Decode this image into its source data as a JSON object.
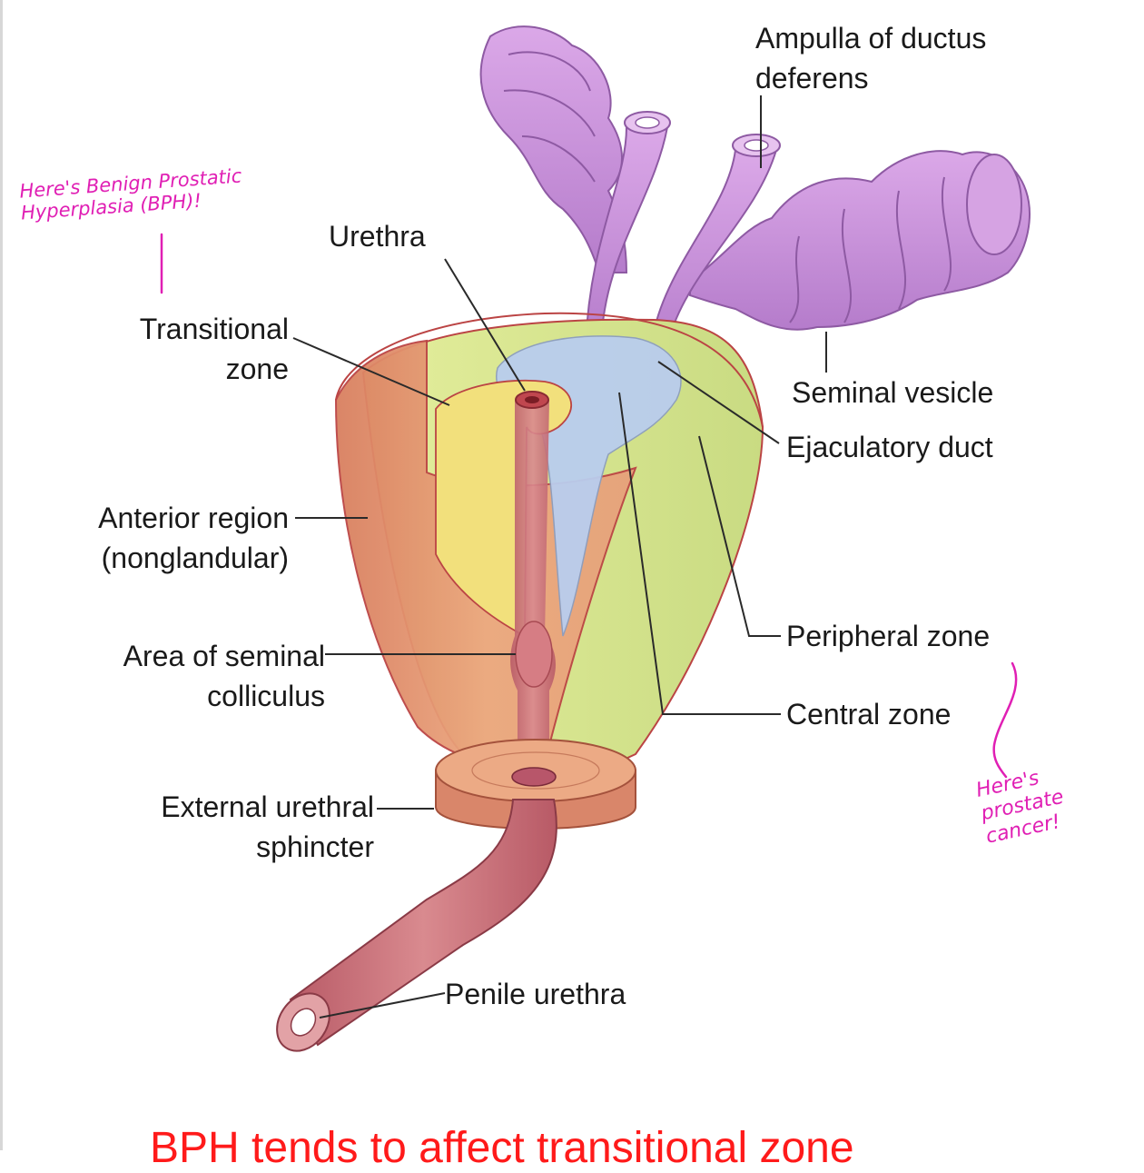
{
  "labels": {
    "ampulla": [
      "Ampulla of ductus",
      "deferens"
    ],
    "urethra": "Urethra",
    "transitional": [
      "Transitional",
      "zone"
    ],
    "seminal_vesicle": "Seminal vesicle",
    "ejaculatory_duct": "Ejaculatory duct",
    "anterior_region": [
      "Anterior region",
      "(nonglandular)"
    ],
    "peripheral_zone": "Peripheral zone",
    "seminal_colliculus": [
      "Area of seminal",
      "colliculus"
    ],
    "central_zone": "Central zone",
    "external_sphincter": [
      "External urethral",
      "sphincter"
    ],
    "penile_urethra": "Penile urethra"
  },
  "annotations": {
    "bph": [
      "Here's Benign Prostatic",
      "Hyperplasia (BPH)!"
    ],
    "cancer": [
      "Here's",
      "prostate",
      "cancer!"
    ]
  },
  "caption": "BPH tends to affect transitional zone",
  "colors": {
    "anterior": "#e59a73",
    "transitional": "#f2e07c",
    "peripheral": "#dbe89a",
    "central": "#b9cdee",
    "urethra": "#c96872",
    "vesicle": "#c98fd9",
    "annotation": "#e01fb4",
    "caption": "#ff1a1a"
  }
}
